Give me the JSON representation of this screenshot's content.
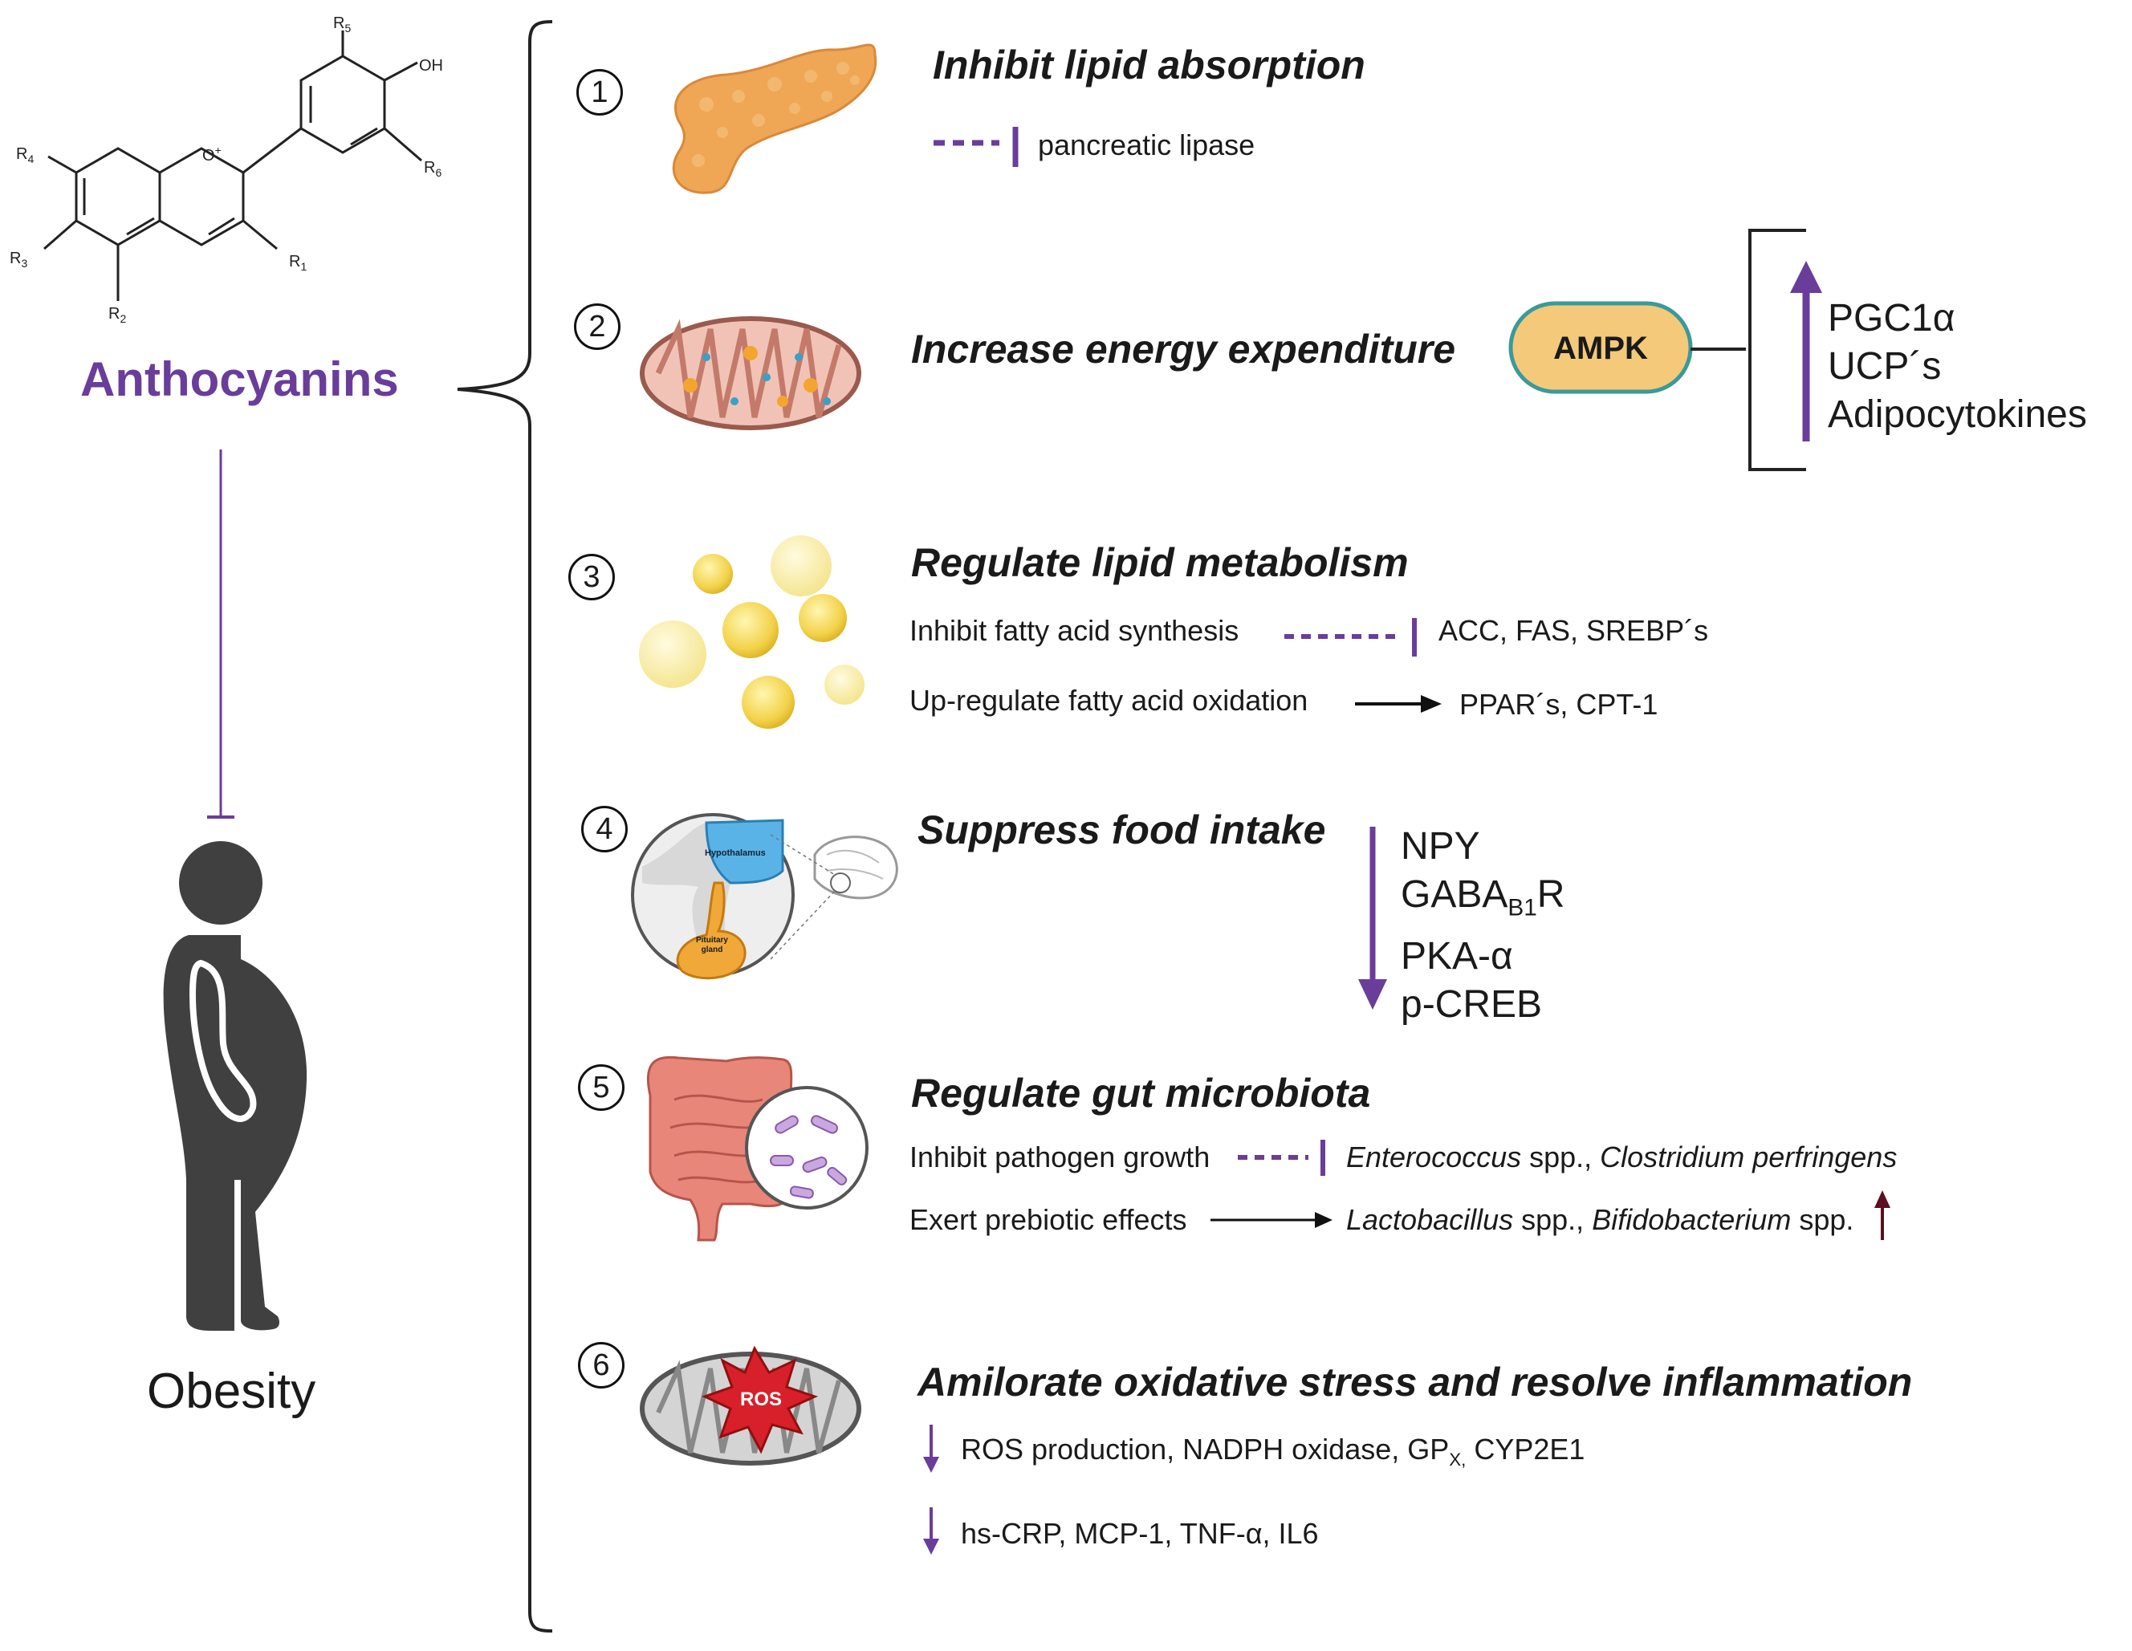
{
  "left": {
    "title": "Anthocyanins",
    "outcome": "Obesity",
    "structure_labels": {
      "r1": "R1",
      "r2": "R2",
      "r3": "R3",
      "r4": "R4",
      "r5": "R5",
      "r6": "R6",
      "oh": "OH",
      "o_plus": "O+"
    }
  },
  "colors": {
    "purple": "#6a3d9a",
    "ampk_fill": "#f4c97a",
    "ampk_border": "#3a9a9a",
    "dark": "#333333",
    "maroon": "#5a1020"
  },
  "mechanisms": [
    {
      "num": "1",
      "title": "Inhibit lipid absorption",
      "line1": "pancreatic lipase"
    },
    {
      "num": "2",
      "title": "Increase energy expenditure",
      "ampk": "AMPK",
      "up_targets": [
        "PGC1α",
        "UCP´s",
        "Adipocytokines"
      ]
    },
    {
      "num": "3",
      "title": "Regulate lipid metabolism",
      "row1_label": "Inhibit fatty acid synthesis",
      "row1_target": "ACC, FAS, SREBP´s",
      "row2_label": "Up-regulate fatty acid oxidation",
      "row2_target": "PPAR´s, CPT-1"
    },
    {
      "num": "4",
      "title": "Suppress food intake",
      "down_targets": [
        "NPY",
        "PKA-α",
        "p-CREB"
      ],
      "gaba_main": "GABA",
      "gaba_sub": "B1",
      "gaba_end": "R",
      "hypothalamus": "Hypothalamus",
      "pituitary": "Pituitary gland"
    },
    {
      "num": "5",
      "title": "Regulate gut microbiota",
      "row1_label": "Inhibit pathogen growth",
      "row1_genus1": "Enterococcus",
      "row1_spp": " spp., ",
      "row1_genus2": "Clostridium perfringens",
      "row2_label": "Exert prebiotic effects",
      "row2_genus1": "Lactobacillus",
      "row2_spp": " spp., ",
      "row2_genus2": "Bifidobacterium",
      "row2_spp2": " spp."
    },
    {
      "num": "6",
      "title": "Amilorate oxidative stress and resolve inflammation",
      "ros": "ROS",
      "row1_a": "ROS production, NADPH oxidase, GP",
      "row1_sub": "X,",
      "row1_b": " CYP2E1",
      "row2": "hs-CRP, MCP-1, TNF-α, IL6"
    }
  ]
}
